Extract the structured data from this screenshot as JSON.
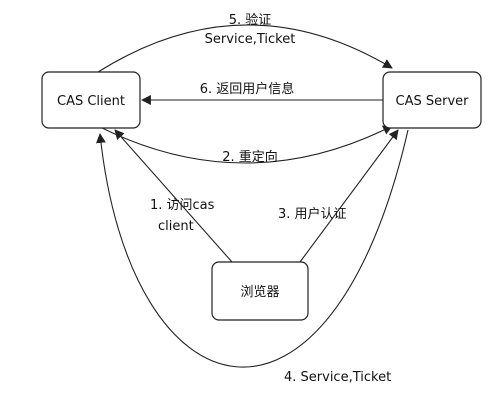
{
  "nodes": {
    "cas_client": "CAS Client",
    "cas_server": "CAS Server",
    "browser": "浏览器"
  },
  "edges": {
    "step1_line1": "1. 访问cas",
    "step1_line2": "client",
    "step2": "2. 重定向",
    "step3": "3. 用户认证",
    "step4": "4. Service,Ticket",
    "step5_line1": "5. 验证",
    "step5_line2": "Service,Ticket",
    "step6": "6. 返回用户信息"
  },
  "colors": {
    "stroke": "#222222",
    "background": "#ffffff"
  }
}
